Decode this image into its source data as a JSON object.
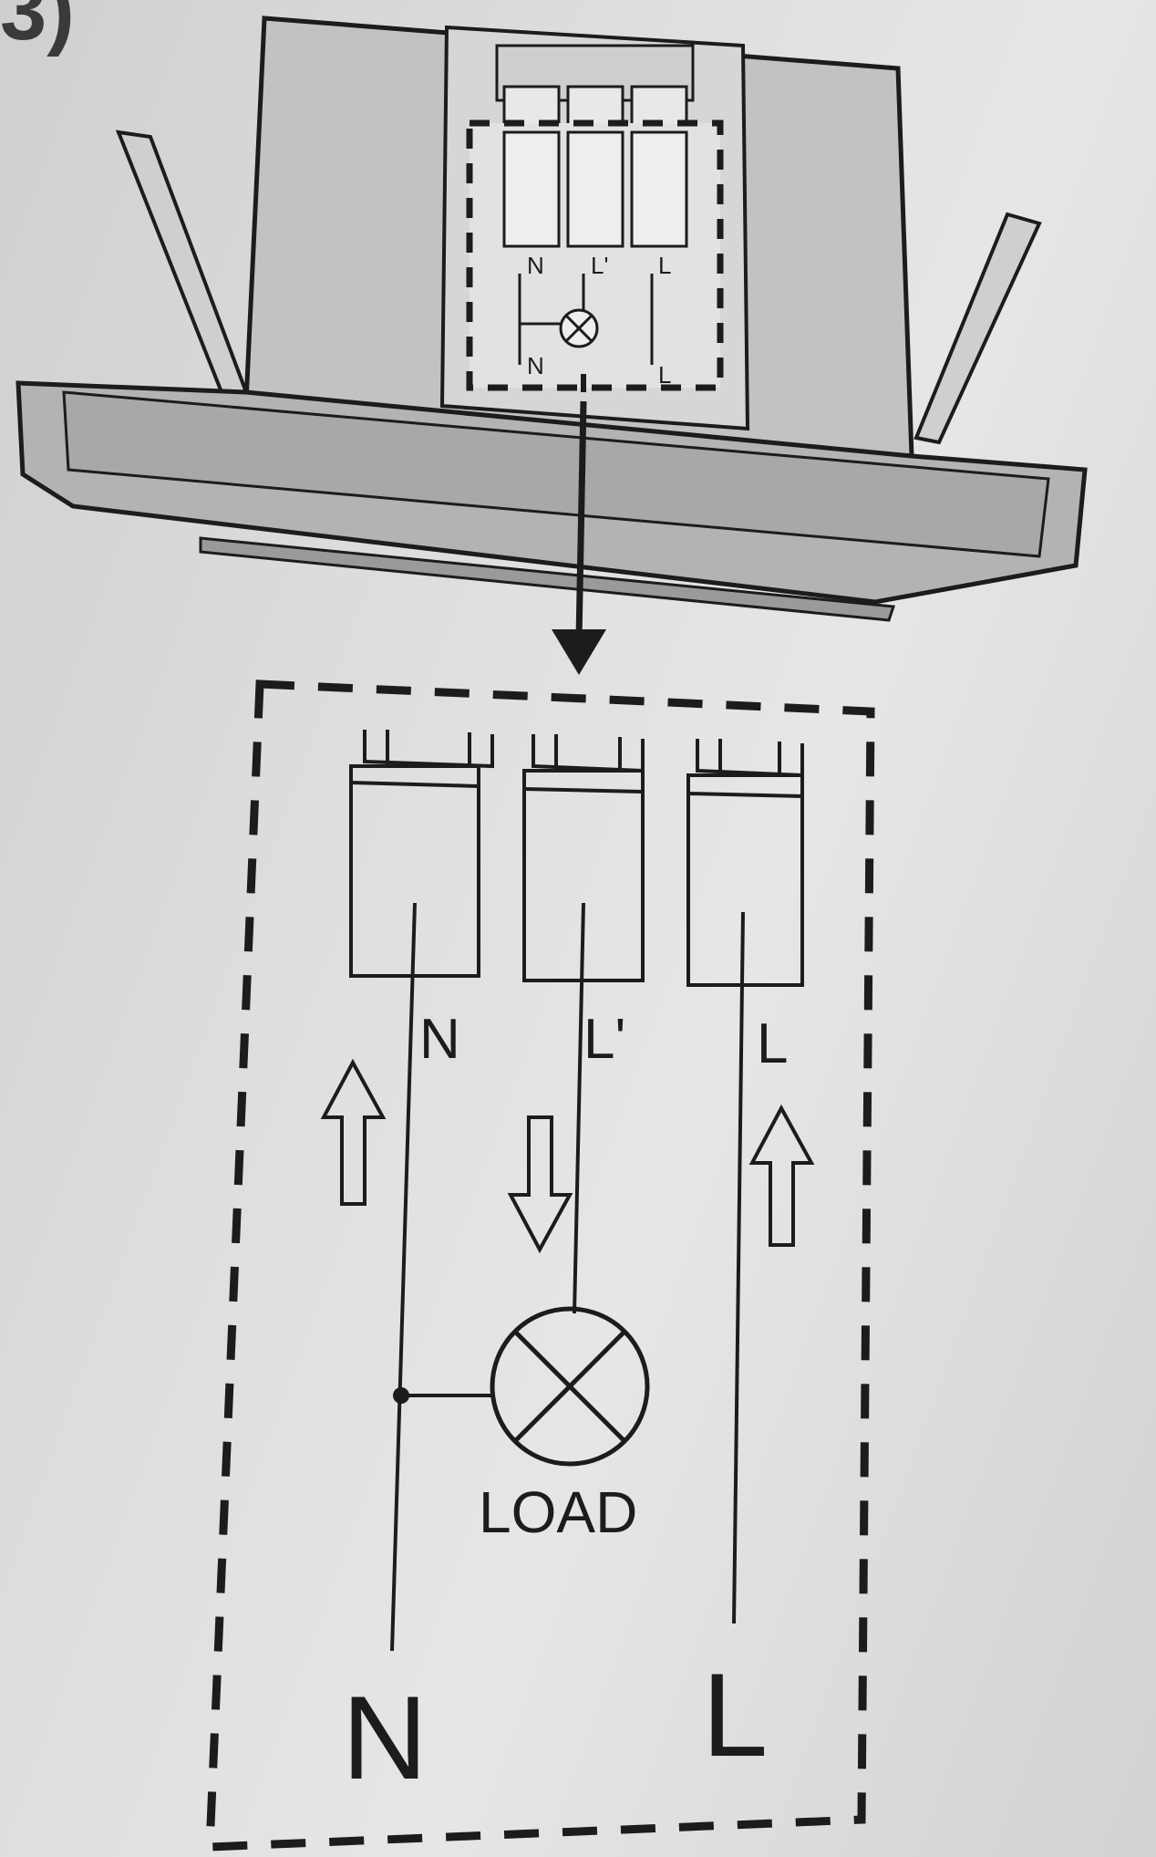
{
  "figure_number": "3)",
  "top_terminal_labels": [
    "N",
    "L'",
    "L"
  ],
  "top_bottom_labels": [
    "N",
    "L"
  ],
  "terminal_labels": [
    "N",
    "L'",
    "L"
  ],
  "load_label": "LOAD",
  "supply_labels": [
    "N",
    "L"
  ],
  "colors": {
    "ink": "#1c1c1c",
    "device_body": "#bdbdbd",
    "device_shadow": "#8c8c8c",
    "paper": "#dedede"
  }
}
